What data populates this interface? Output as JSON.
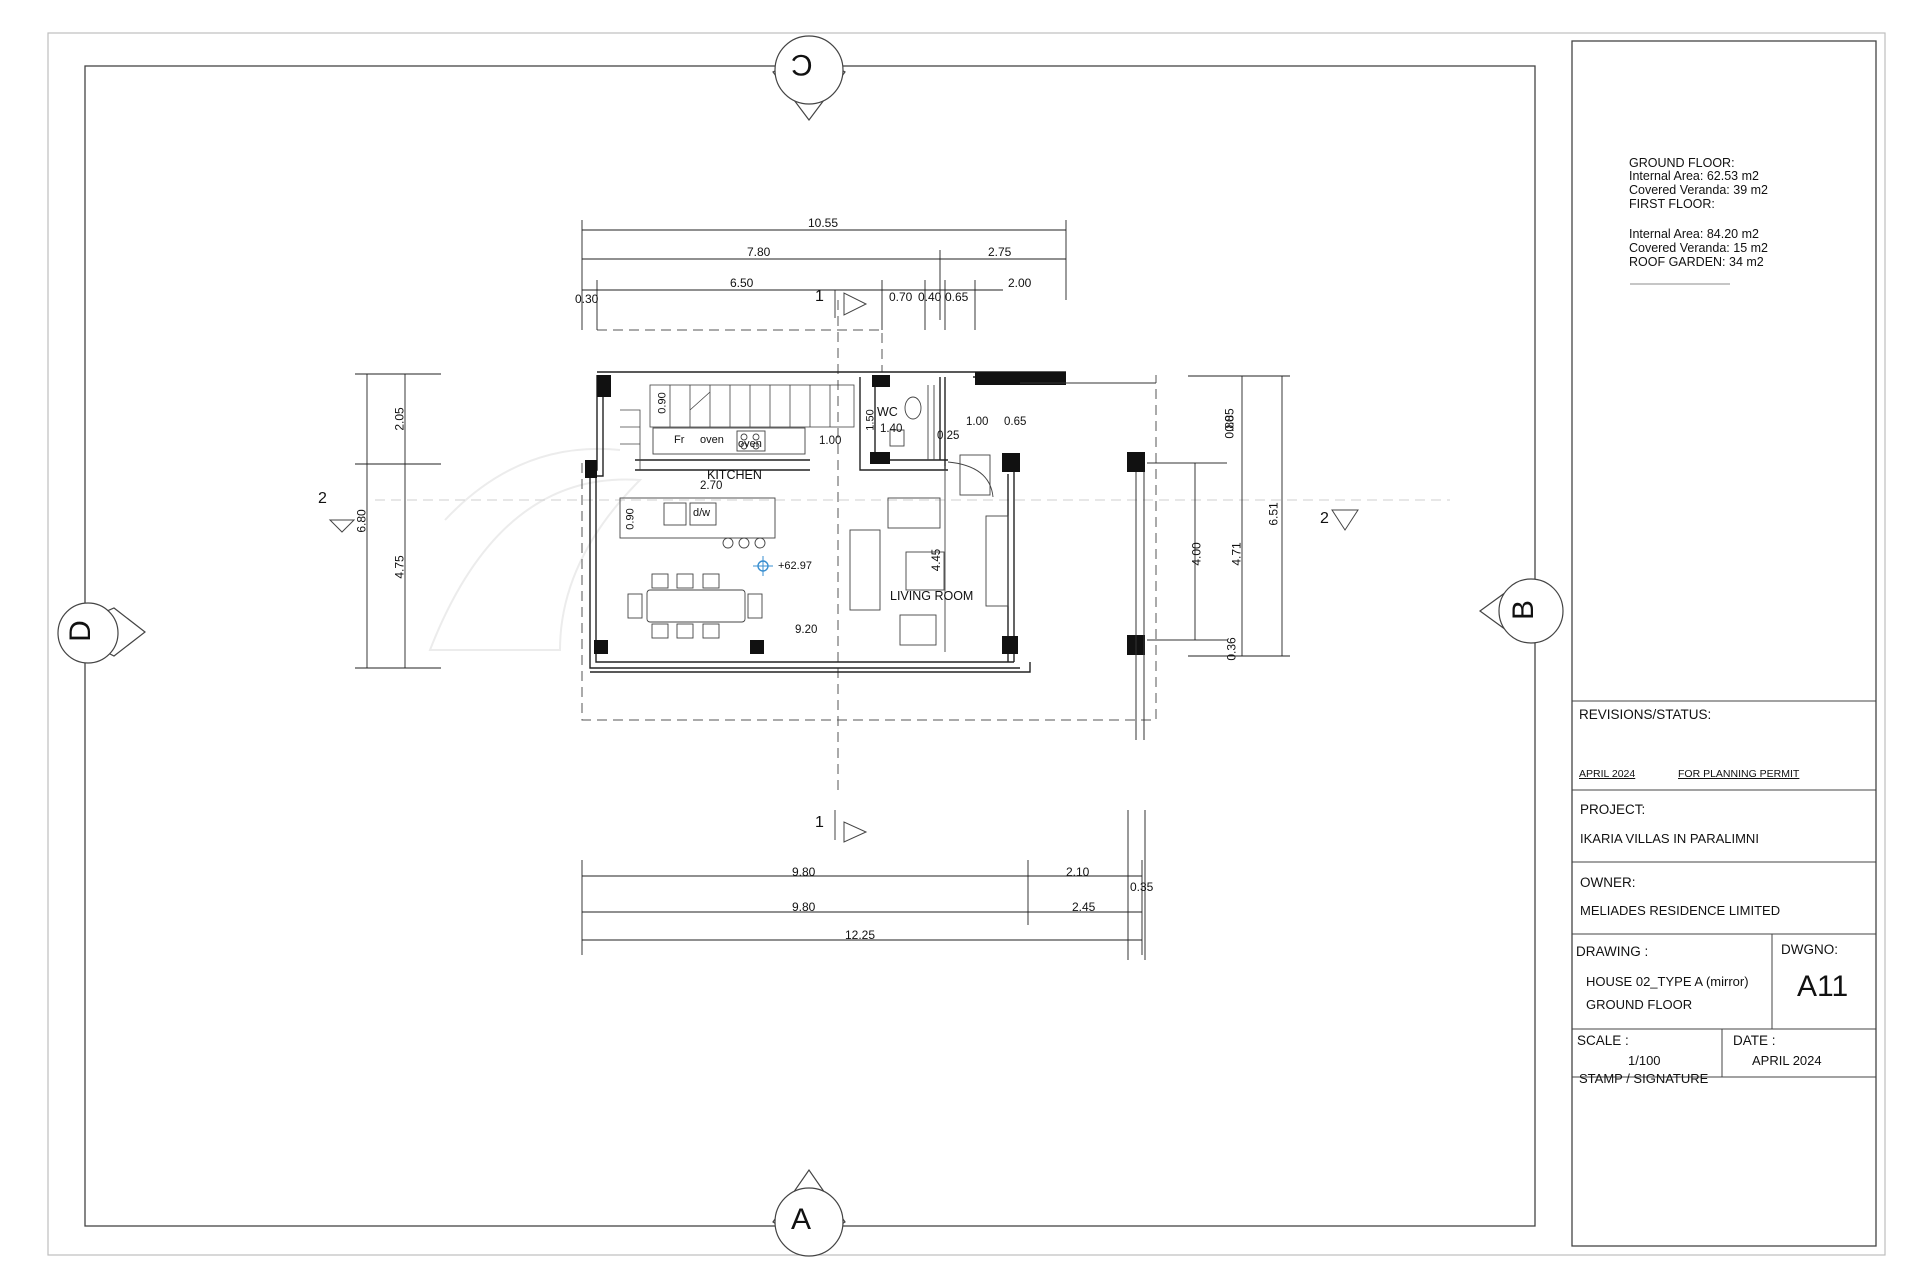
{
  "sheet": {
    "orientation_marks": {
      "north": "C",
      "east": "B",
      "south": "A",
      "west": "D"
    }
  },
  "areas": {
    "ground_floor_heading": "GROUND FLOOR:",
    "ground_internal": "Internal Area: 62.53 m2",
    "ground_veranda": "Covered Veranda: 39 m2",
    "first_floor_heading": "FIRST FLOOR:",
    "first_internal": "Internal Area: 84.20 m2",
    "first_veranda": "Covered Veranda: 15 m2",
    "roof_garden": "ROOF GARDEN: 34 m2"
  },
  "title_block": {
    "revisions_label": "REVISIONS/STATUS:",
    "revision_date": "APRIL 2024",
    "revision_status": "FOR PLANNING PERMIT",
    "project_label": "PROJECT:",
    "project_value": "IKARIA VILLAS IN PARALIMNI",
    "owner_label": "OWNER:",
    "owner_value": "MELIADES RESIDENCE LIMITED",
    "drawing_label": "DRAWING :",
    "drawing_line1": "HOUSE 02_TYPE A (mirror)",
    "drawing_line2": "GROUND FLOOR",
    "dwgno_label": "DWGNO:",
    "dwgno_value": "A11",
    "scale_label": "SCALE :",
    "scale_value": "1/100",
    "date_label": "DATE :",
    "date_value": "APRIL 2024",
    "stamp_label": "STAMP / SIGNATURE"
  },
  "plan": {
    "rooms": {
      "kitchen": "KITCHEN",
      "wc": "WC",
      "living": "LIVING ROOM"
    },
    "fixtures": {
      "fridge": "Fr",
      "oven1": "oven",
      "oven2": "oven",
      "dishwasher": "d/w"
    },
    "level": "+62.97",
    "section_marks": {
      "s1_top": "1",
      "s1_bottom": "1",
      "s2_left": "2",
      "s2_right": "2"
    },
    "dims_top": {
      "overall": "10.55",
      "d780": "7.80",
      "d275": "2.75",
      "d030": "0.30",
      "d650": "6.50",
      "d070": "0.70",
      "d040": "0.40",
      "d065": "0.65",
      "d200": "2.00"
    },
    "dims_bottom": {
      "d980a": "9.80",
      "d210": "2.10",
      "d035": "0.35",
      "d980b": "9.80",
      "d245": "2.45",
      "d1225": "12.25"
    },
    "dims_left": {
      "d205": "2.05",
      "d680": "6.80",
      "d475": "4.75"
    },
    "dims_right": {
      "d085": "0.85",
      "d080": "0.80",
      "d400": "4.00",
      "d471": "4.71",
      "d651": "6.51",
      "d036": "0.36"
    },
    "dims_inner": {
      "k090": "0.90",
      "k100": "1.00",
      "w150": "1.50",
      "w140": "1.40",
      "w025": "0.25",
      "w100": "1.00",
      "w065": "0.65",
      "k270": "2.70",
      "k090b": "0.90",
      "l445": "4.45",
      "l920": "9.20"
    }
  }
}
